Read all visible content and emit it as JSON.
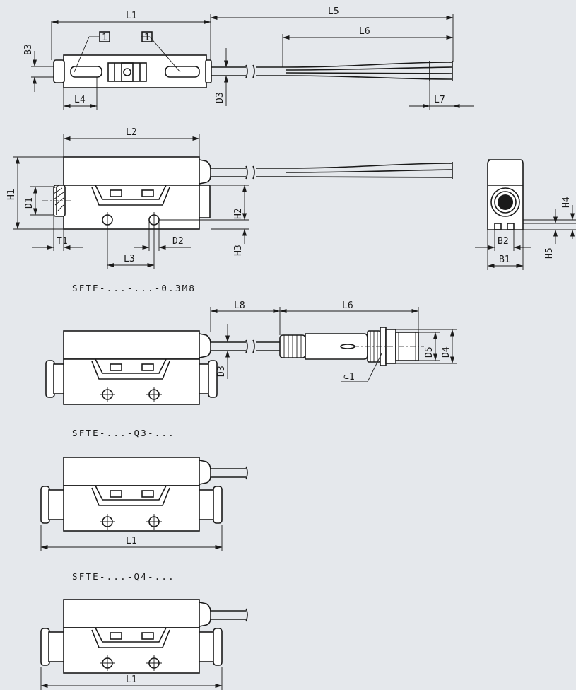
{
  "labels": {
    "L1": "L1",
    "L2": "L2",
    "L3": "L3",
    "L4": "L4",
    "L5": "L5",
    "L6": "L6",
    "L7": "L7",
    "L8": "L8",
    "B1": "B1",
    "B2": "B2",
    "B3": "B3",
    "D1": "D1",
    "D2": "D2",
    "D3": "D3",
    "D4": "D4",
    "D5": "D5",
    "H1": "H1",
    "H2": "H2",
    "H3": "H3",
    "H4": "H4",
    "H5": "H5",
    "T1": "T1",
    "wrench": "⊂1",
    "ref_marker": "1"
  },
  "captions": {
    "variant_m8": "SFTE-...-...-0.3M8",
    "variant_q3": "SFTE-...-Q3-...",
    "variant_q4": "SFTE-...-Q4-..."
  },
  "colors": {
    "background": "#e5e8ec",
    "line": "#1a1a1a",
    "body": "#ffffff"
  }
}
